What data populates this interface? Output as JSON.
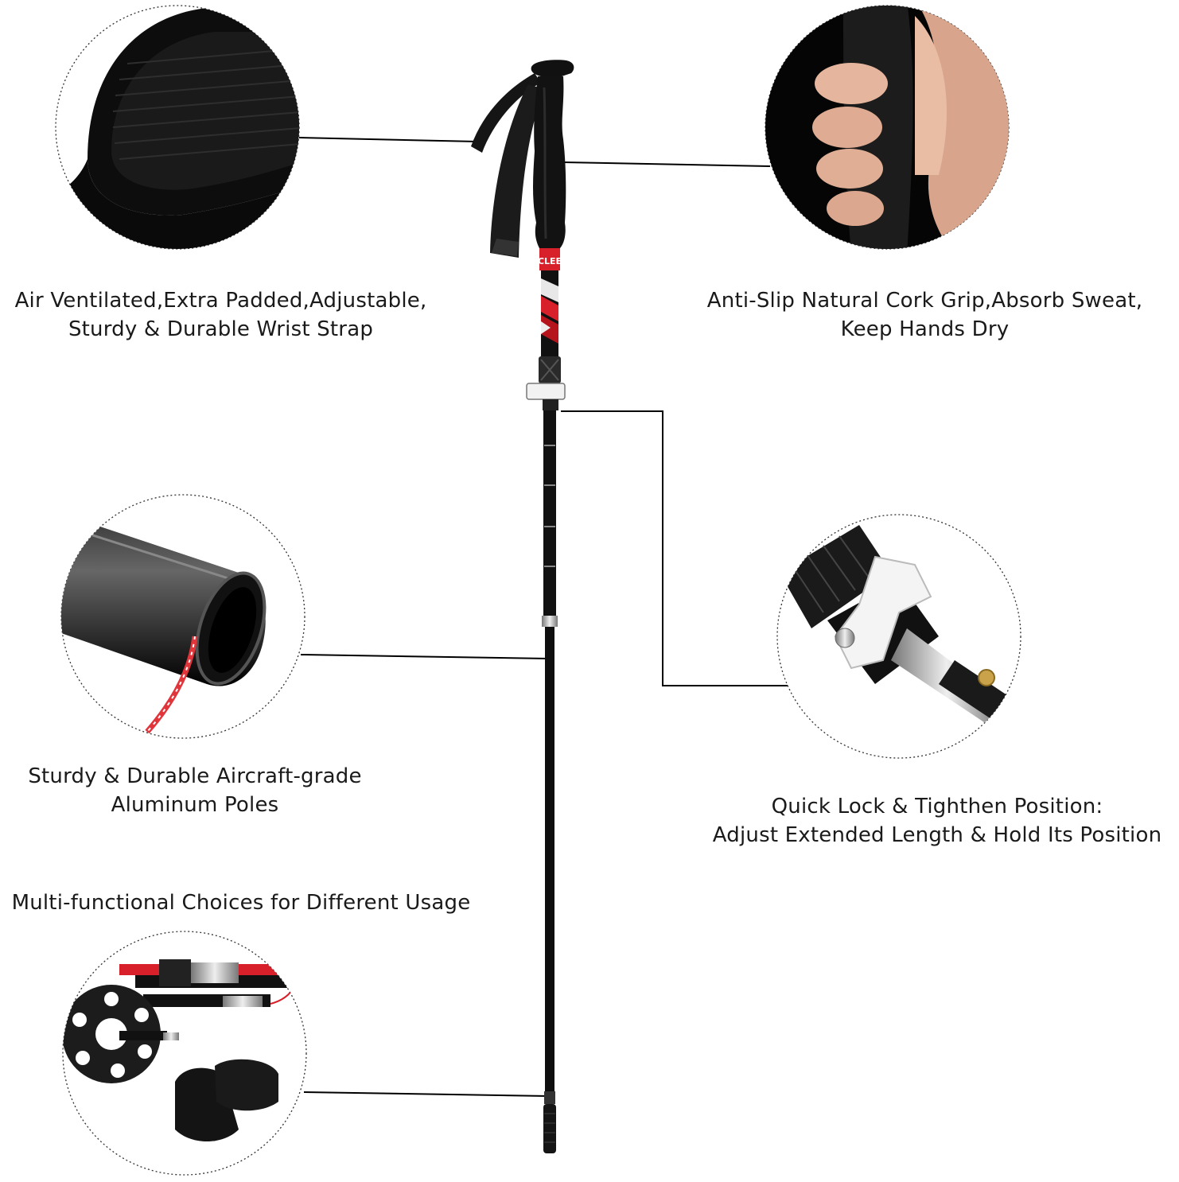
{
  "features": [
    {
      "id": "wrist-strap",
      "lines": [
        "Air Ventilated,Extra Padded,Adjustable,",
        "Sturdy & Durable Wrist Strap"
      ]
    },
    {
      "id": "cork-grip",
      "lines": [
        "Anti-Slip Natural Cork Grip,Absorb Sweat,",
        "Keep Hands Dry"
      ]
    },
    {
      "id": "aluminum-poles",
      "lines": [
        "Sturdy & Durable Aircraft-grade",
        "Aluminum Poles"
      ]
    },
    {
      "id": "quick-lock",
      "lines": [
        "Quick Lock & Tighthen Position:",
        "Adjust Extended Length & Hold Its Position"
      ]
    },
    {
      "id": "accessories",
      "lines": [
        "Multi-functional Choices for Different Usage"
      ]
    }
  ],
  "pole_brand": "CLEE",
  "colors": {
    "accent": "#d8202a",
    "pole": "#111111",
    "background": "#ffffff"
  }
}
